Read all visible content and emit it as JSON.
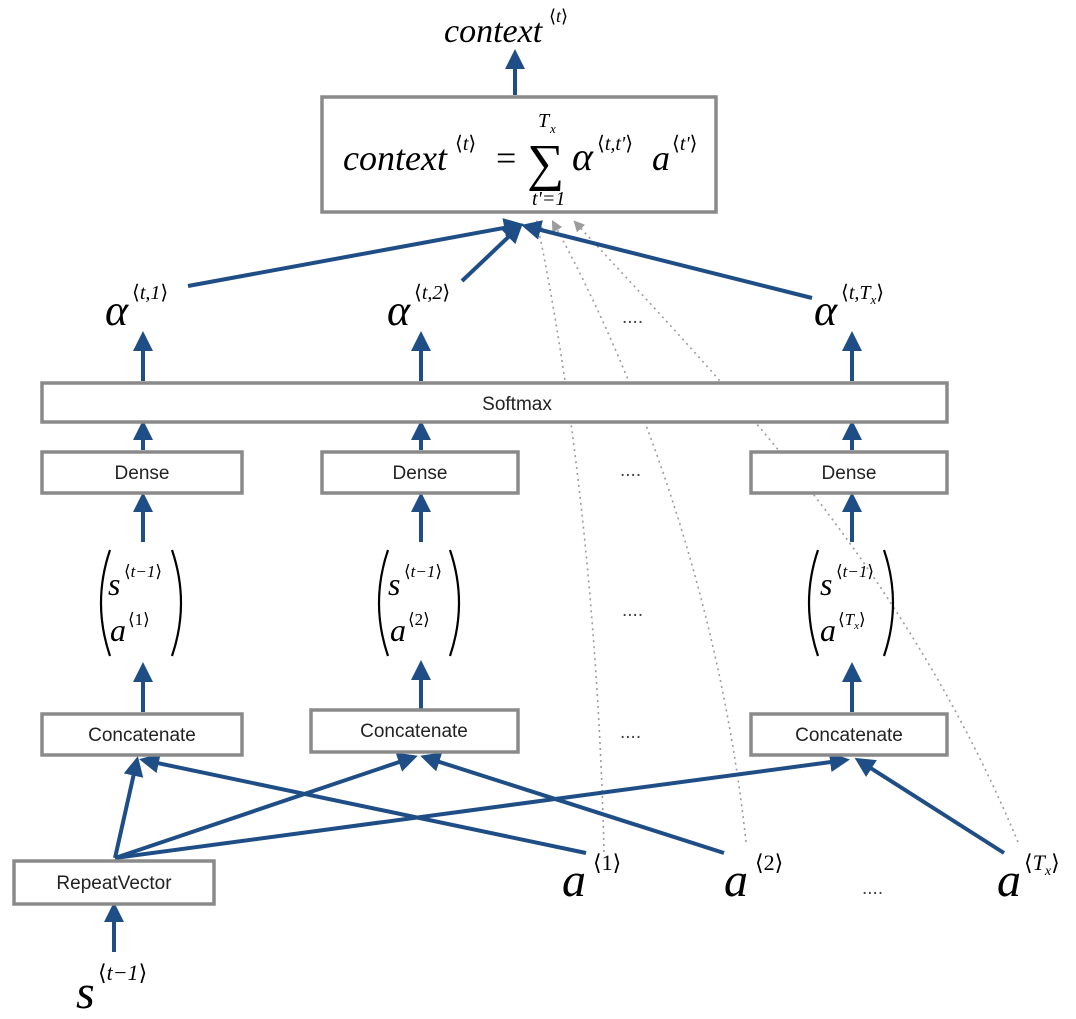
{
  "labels": {
    "context_out": "context",
    "softmax": "Softmax",
    "dense": "Dense",
    "concatenate": "Concatenate",
    "repeat_vector": "RepeatVector",
    "ellipsis": "....",
    "alpha": "α",
    "a": "a",
    "s": "s"
  },
  "formula": {
    "lhs": "context",
    "equals": "=",
    "sum": "∑",
    "upper_limit": "T",
    "upper_sub": "x",
    "lower_limit": "t'=1",
    "alpha": "α",
    "alpha_sup": "t,t'",
    "a": "a",
    "a_sup": "t'"
  },
  "superscripts": {
    "t": "t",
    "alpha_1": "t,1",
    "alpha_2": "t,2",
    "alpha_Tx": "t,T",
    "Tx_sub": "x",
    "s_prev": "t−1",
    "a_1": "1",
    "a_2": "2",
    "a_Tx": "T"
  },
  "colors": {
    "arrow": "#1f4e86",
    "box_border": "#8a8a8a",
    "dotted": "#9c9c9c"
  }
}
